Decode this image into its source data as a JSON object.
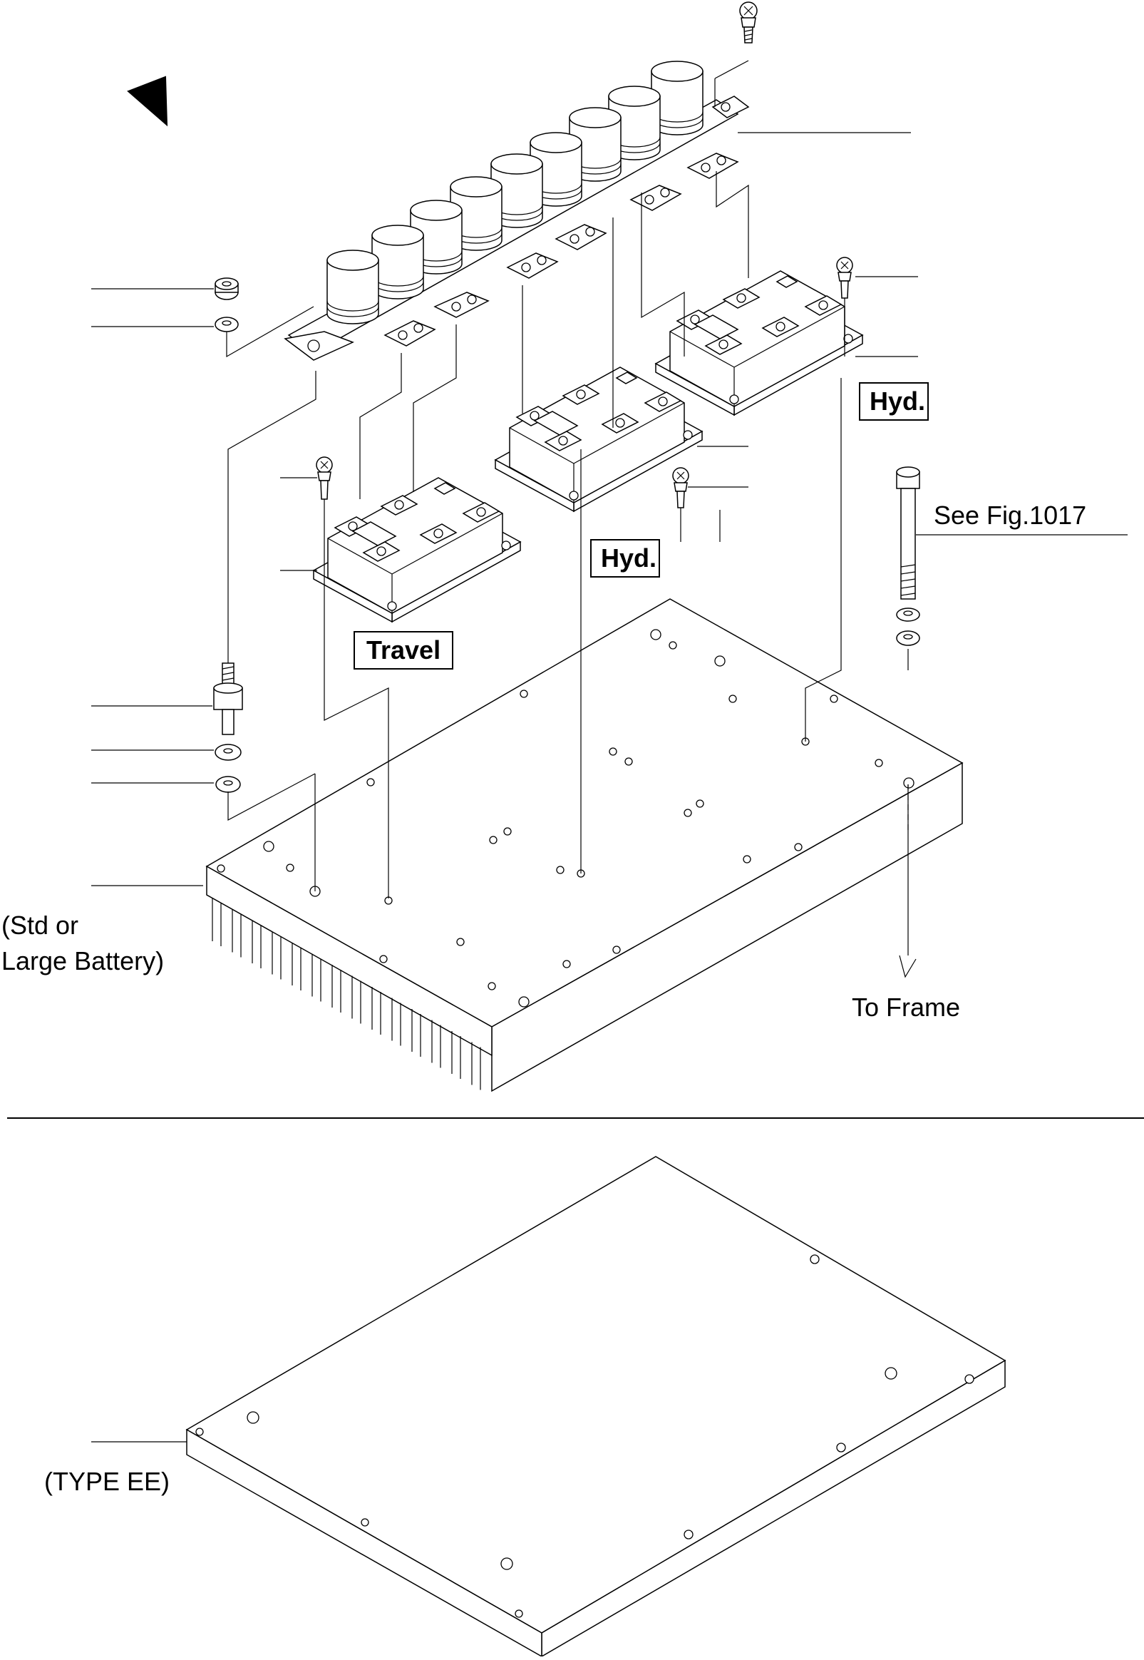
{
  "labels": {
    "hyd_upper": "Hyd.",
    "hyd_lower": "Hyd.",
    "travel": "Travel",
    "see_fig": "See Fig.1017",
    "std_line1": "(Std or",
    "std_line2": "Large Battery)",
    "to_frame": "To Frame",
    "type_ee": "(TYPE EE)"
  },
  "icons": {
    "direction_marker": "triangle-arrow-icon"
  },
  "colors": {
    "ink": "#000000",
    "paper": "#ffffff"
  }
}
